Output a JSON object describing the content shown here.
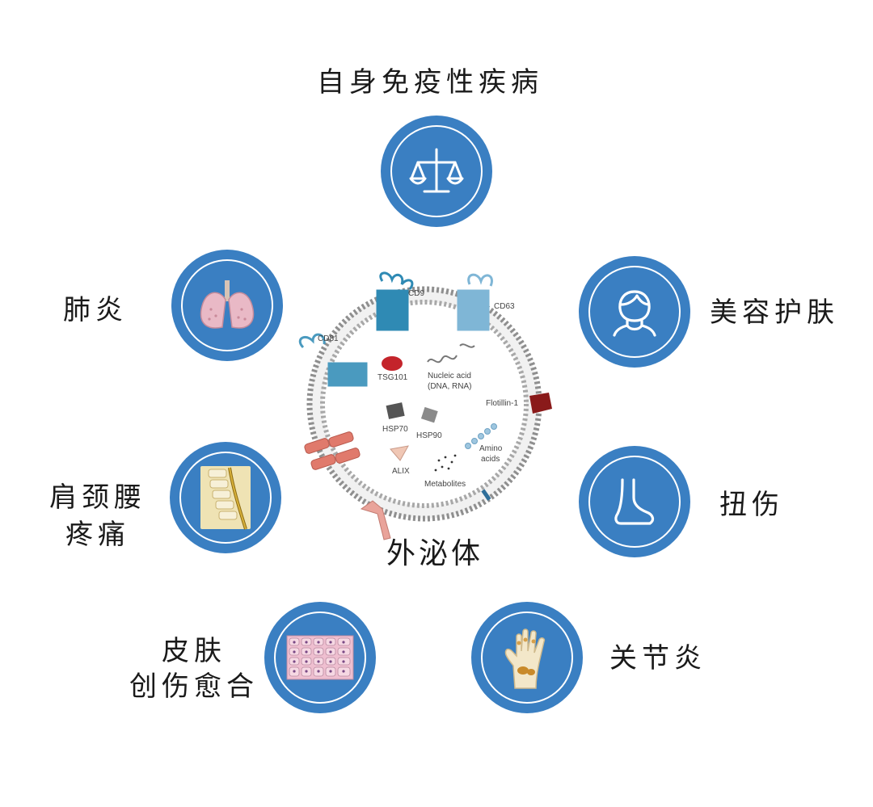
{
  "center": {
    "label": "外泌体"
  },
  "vesicle_labels": {
    "cd9": "CD9",
    "cd63": "CD63",
    "cd81": "CD81",
    "tsg101": "TSG101",
    "nucleic_1": "Nucleic acid",
    "nucleic_2": "(DNA, RNA)",
    "flotillin": "Flotillin-1",
    "hsp70": "HSP70",
    "hsp90": "HSP90",
    "amino_1": "Amino",
    "amino_2": "acids",
    "alix": "ALIX",
    "metabolites": "Metabolites"
  },
  "nodes": {
    "autoimmune": {
      "label": "自身免疫性疾病",
      "icon": "balance-scale-icon"
    },
    "pneumonia": {
      "label": "肺炎",
      "icon": "lungs-icon"
    },
    "skincare": {
      "label": "美容护肤",
      "icon": "face-icon"
    },
    "spine": {
      "label_1": "肩颈腰",
      "label_2": "疼痛",
      "icon": "spine-icon"
    },
    "sprain": {
      "label": "扭伤",
      "icon": "foot-icon"
    },
    "wound": {
      "label_1": "皮肤",
      "label_2": "创伤愈合",
      "icon": "skin-cells-icon"
    },
    "arthritis": {
      "label": "关节炎",
      "icon": "hand-bones-icon"
    }
  },
  "colors": {
    "node_fill": "#3a7fc2",
    "node_ring": "#ffffff",
    "membrane": "#9a9a9a"
  }
}
